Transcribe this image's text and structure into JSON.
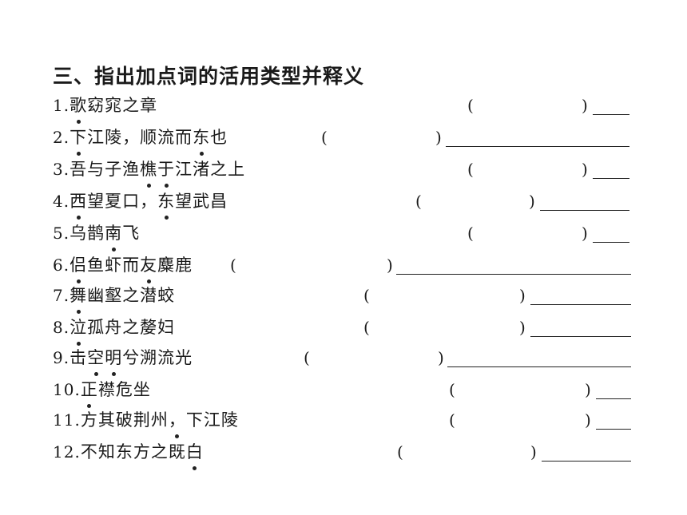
{
  "heading": "三、指出加点词的活用类型并释义",
  "items": [
    {
      "num": "1.",
      "text": "歌窈窕之章",
      "dot": [
        0
      ]
    },
    {
      "num": "2.",
      "text": "下江陵，顺流而东也",
      "dot": [
        0,
        7
      ]
    },
    {
      "num": "3.",
      "text": "吾与子渔樵于江渚之上",
      "dot": [
        4,
        5
      ]
    },
    {
      "num": "4.",
      "text": "西望夏口，东望武昌",
      "dot": [
        0,
        5
      ]
    },
    {
      "num": "5.",
      "text": "乌鹊南飞",
      "dot": [
        2
      ]
    },
    {
      "num": "6.",
      "text": "侣鱼虾而友麋鹿",
      "dot": [
        0,
        4
      ]
    },
    {
      "num": "7.",
      "text": "舞幽壑之潜蛟",
      "dot": [
        0
      ]
    },
    {
      "num": "8.",
      "text": "泣孤舟之嫠妇",
      "dot": [
        0
      ]
    },
    {
      "num": "9.",
      "text": "击空明兮溯流光",
      "dot": [
        1,
        2
      ]
    },
    {
      "num": "10.",
      "text": "正襟危坐",
      "dot": [
        0
      ]
    },
    {
      "num": "11.",
      "text": "方其破荆州，下江陵",
      "dot": [
        5
      ]
    },
    {
      "num": "12.",
      "text": "不知东方之既白",
      "dot": [
        6
      ]
    }
  ],
  "paren_open": "(",
  "paren_close": ")"
}
